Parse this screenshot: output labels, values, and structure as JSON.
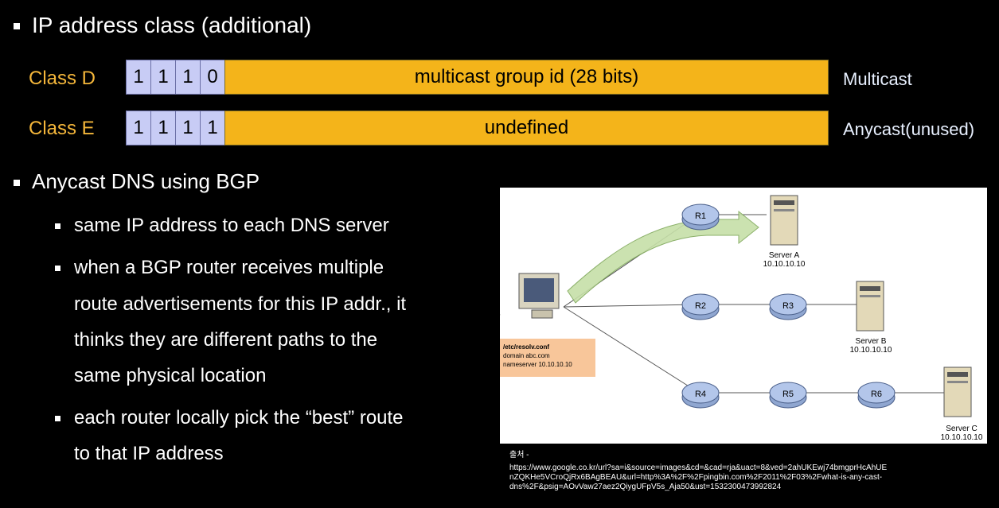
{
  "heading1": "IP address class (additional)",
  "classes": [
    {
      "label": "Class D",
      "bits": [
        "1",
        "1",
        "1",
        "0"
      ],
      "field": "multicast group id (28 bits)",
      "side": "Multicast"
    },
    {
      "label": "Class E",
      "bits": [
        "1",
        "1",
        "1",
        "1"
      ],
      "field": "undefined",
      "side": "Anycast(unused)"
    }
  ],
  "heading2": "Anycast DNS using BGP",
  "points": [
    [
      "same IP address to each DNS server"
    ],
    [
      "when a BGP router receives multiple",
      "route advertisements for this IP addr., it",
      "thinks they are different paths to the",
      "same physical location"
    ],
    [
      "each router locally pick the “best” route",
      "to that IP address"
    ]
  ],
  "diagram": {
    "routers": [
      "R1",
      "R2",
      "R3",
      "R4",
      "R5",
      "R6"
    ],
    "servers": [
      {
        "name": "Server A",
        "ip": "10.10.10.10"
      },
      {
        "name": "Server B",
        "ip": "10.10.10.10"
      },
      {
        "name": "Server C",
        "ip": "10.10.10.10"
      }
    ],
    "resolv": [
      "/etc/resolv.conf",
      "domain abc.com",
      "nameserver 10.10.10.10"
    ]
  },
  "source": [
    "출처 -",
    "https://www.google.co.kr/url?sa=i&source=images&cd=&cad=rja&uact=8&ved=2ahUKEwj74bmgprHcAhUE",
    "nZQKHe5VCroQjRx6BAgBEAU&url=http%3A%2F%2Fpingbin.com%2F2011%2F03%2Fwhat-is-any-cast-",
    "dns%2F&psig=AOvVaw27aez2QiygUFpV5s_Aja50&ust=1532300473992824"
  ],
  "colors": {
    "accent": "#f4b63a",
    "bit_fill": "#c8ccf5",
    "field_fill": "#f4b41a",
    "router_fill": "#a9c0e6"
  }
}
